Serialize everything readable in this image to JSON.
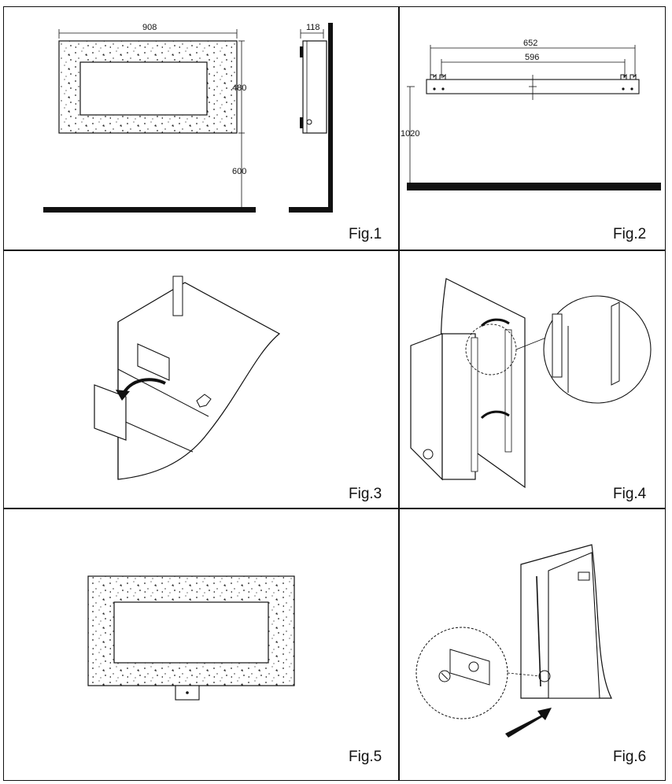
{
  "figures": [
    {
      "label": "Fig.1",
      "dims": {
        "width": "908",
        "depth": "118",
        "height": "480",
        "floor_gap": "600"
      }
    },
    {
      "label": "Fig.2",
      "dims": {
        "outer": "652",
        "inner": "596",
        "height": "1020"
      }
    },
    {
      "label": "Fig.3"
    },
    {
      "label": "Fig.4"
    },
    {
      "label": "Fig.5"
    },
    {
      "label": "Fig.6"
    }
  ]
}
